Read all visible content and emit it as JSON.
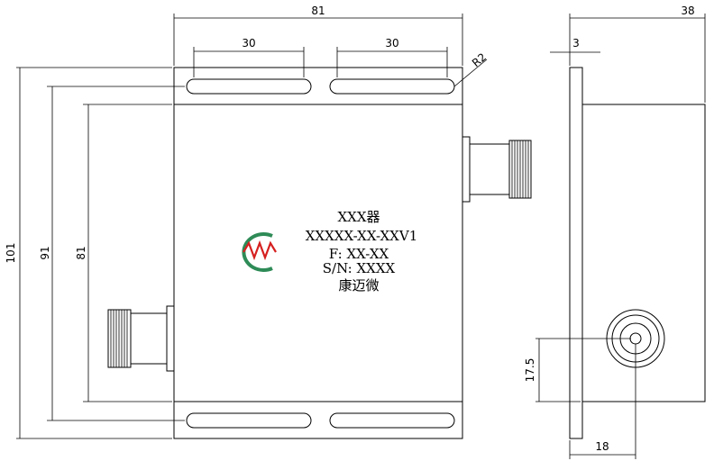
{
  "dimensions": {
    "width_81": "81",
    "width_38": "38",
    "slot_30_left": "30",
    "slot_30_right": "30",
    "radius": "R2",
    "wall_3": "3",
    "height_101": "101",
    "height_91": "91",
    "height_81": "81",
    "offset_17_5": "17.5",
    "offset_18": "18"
  },
  "label": {
    "line1": "XXX器",
    "line2": "XXXXX-XX-XXV1",
    "line3": "F: XX-XX",
    "line4": "S/N: XXXX",
    "line5": "康迈微"
  },
  "logo": {
    "name": "company-logo",
    "text": "MW",
    "ring_color": "#2e8b57",
    "text_color": "#d62020"
  }
}
